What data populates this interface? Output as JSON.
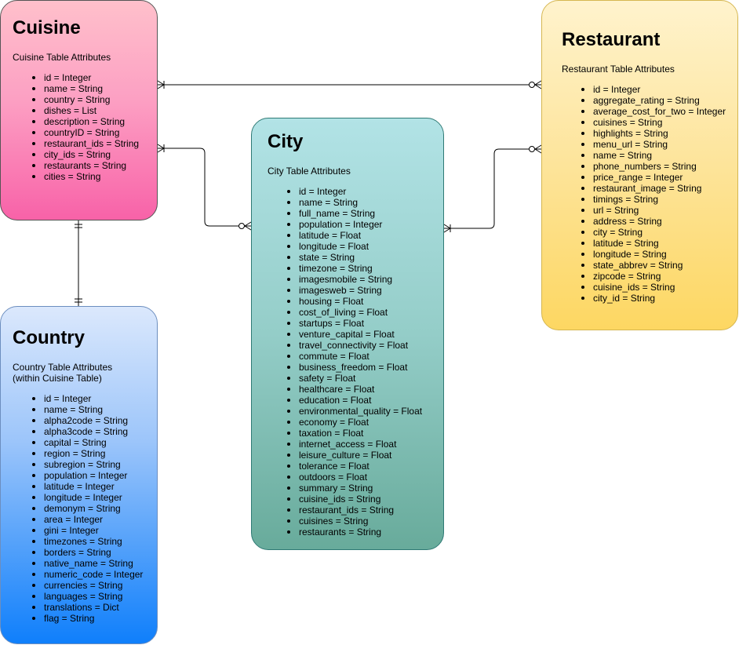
{
  "cuisine": {
    "title": "Cuisine",
    "subtitle": "Cuisine Table Attributes",
    "attributes": [
      "id = Integer",
      "name = String",
      "country = String",
      "dishes = List",
      "description = String",
      "countryID = String",
      "restaurant_ids = String",
      "city_ids = String",
      "restaurants = String",
      "cities = String"
    ]
  },
  "restaurant": {
    "title": "Restaurant",
    "subtitle": "Restaurant Table Attributes",
    "attributes": [
      "id = Integer",
      "aggregate_rating = String",
      "average_cost_for_two = Integer",
      "cuisines = String",
      "highlights = String",
      "menu_url = String",
      "name = String",
      "phone_numbers = String",
      "price_range = Integer",
      "restaurant_image = String",
      "timings = String",
      "url = String",
      "address = String",
      "city = String",
      "latitude = String",
      "longitude = String",
      "state_abbrev = String",
      "zipcode = String",
      "cuisine_ids = String",
      "city_id = String"
    ]
  },
  "city": {
    "title": "City",
    "subtitle": "City Table Attributes",
    "attributes": [
      "id = Integer",
      "name = String",
      "full_name = String",
      "population = Integer",
      "latitude = Float",
      "longitude = Float",
      "state = String",
      "timezone = String",
      "imagesmobile = String",
      "imagesweb = String",
      "housing = Float",
      "cost_of_living = Float",
      "startups = Float",
      "venture_capital = Float",
      "travel_connectivity = Float",
      "commute = Float",
      "business_freedom = Float",
      "safety = Float",
      "healthcare = Float",
      "education = Float",
      "environmental_quality = Float",
      "economy = Float",
      "taxation = Float",
      "internet_access = Float",
      "leisure_culture = Float",
      "tolerance = Float",
      "outdoors = Float",
      "summary = String",
      "cuisine_ids = String",
      "restaurant_ids = String",
      "cuisines = String",
      "restaurants = String"
    ]
  },
  "country": {
    "title": "Country",
    "subtitle": "Country Table Attributes\n(within Cuisine Table)",
    "attributes": [
      "id = Integer",
      "name = String",
      "alpha2code = String",
      "alpha3code = String",
      "capital = String",
      "region = String",
      "subregion = String",
      "population = Integer",
      "latitude = Integer",
      "longitude = Integer",
      "demonym = String",
      "area = Integer",
      "gini = Integer",
      "timezones = String",
      "borders = String",
      "native_name = String",
      "numeric_code = Integer",
      "currencies = String",
      "languages = String",
      "translations = Dict",
      "flag = String"
    ]
  }
}
